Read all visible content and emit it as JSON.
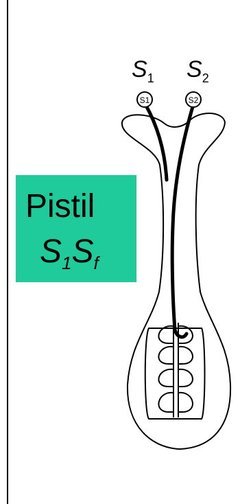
{
  "label_box": {
    "title": "Pistil",
    "genotype_a": "S",
    "genotype_a_sub": "1",
    "genotype_b": "S",
    "genotype_b_sub": "f",
    "color": "#1fcb9b"
  },
  "pollen": [
    {
      "label": "S",
      "sub": "1",
      "grain_text": "S1"
    },
    {
      "label": "S",
      "sub": "2",
      "grain_text": "S2"
    }
  ]
}
